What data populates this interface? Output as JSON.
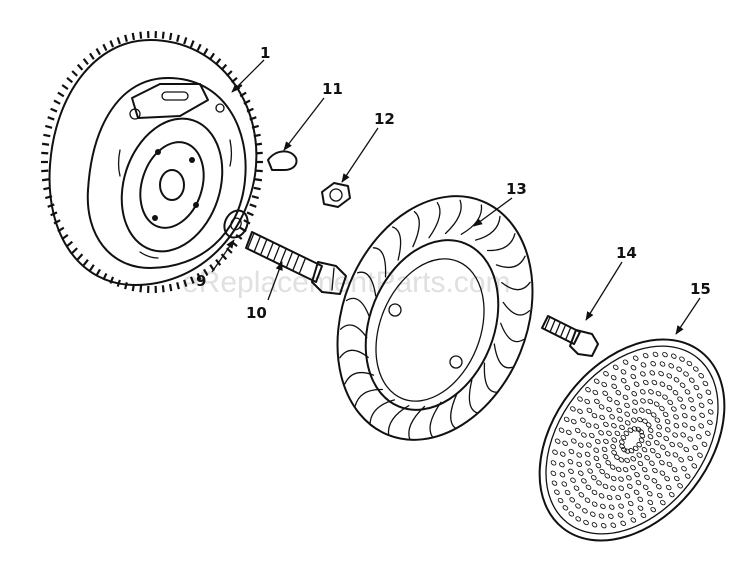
{
  "watermark": "eReplacementParts.com",
  "callouts": {
    "c1": "1",
    "c9": "9",
    "c10": "10",
    "c11": "11",
    "c12": "12",
    "c13": "13",
    "c14": "14",
    "c15": "15"
  },
  "colors": {
    "ink": "#111111",
    "background": "#ffffff",
    "watermark": "#c8c8c8"
  }
}
